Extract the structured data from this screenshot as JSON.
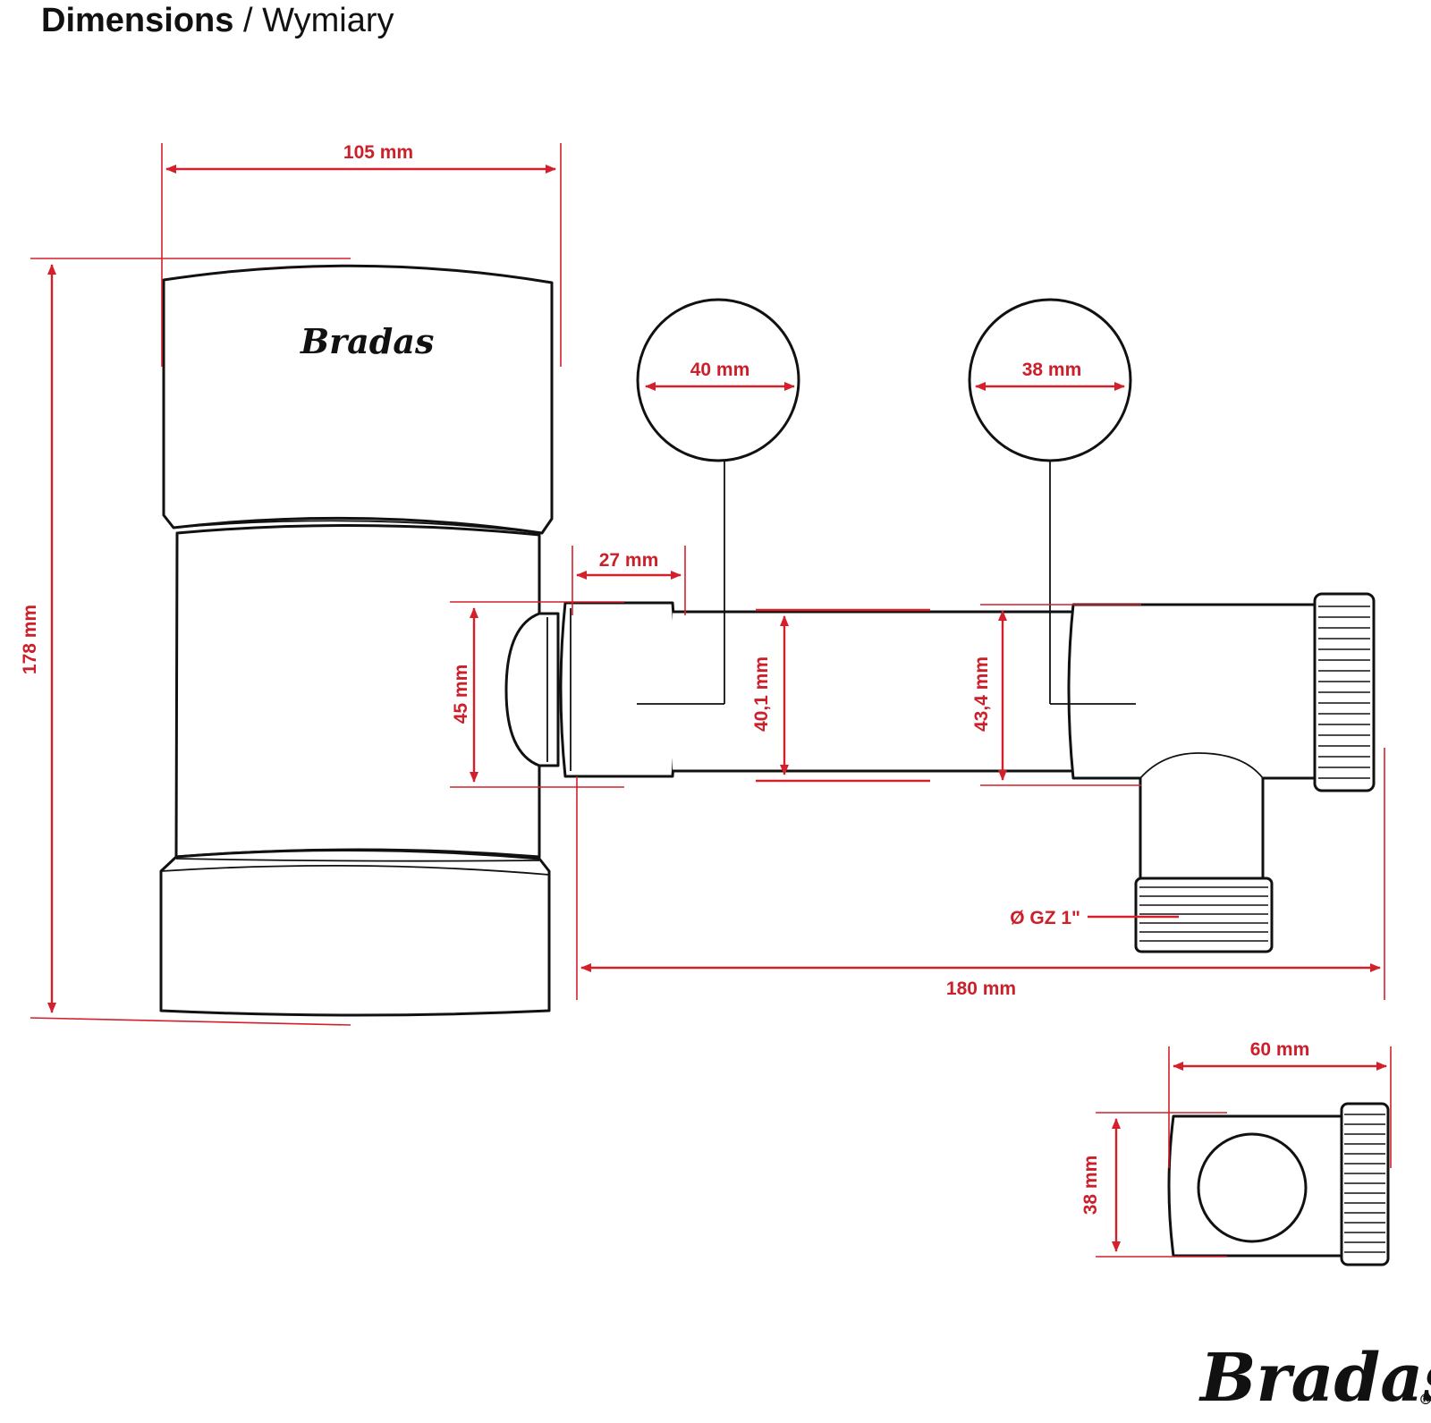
{
  "header": {
    "title_bold": "Dimensions",
    "title_rest": "/ Wymiary"
  },
  "brand": {
    "logo_text": "Bradas",
    "logo_product_text": "Bradas",
    "registered_mark": "®"
  },
  "dimensions": {
    "width_top": "105 mm",
    "height_total": "178 mm",
    "circle_left": "40 mm",
    "circle_right": "38 mm",
    "nut_length": "27 mm",
    "inlet_height": "45 mm",
    "pipe_diameter_a": "40,1 mm",
    "pipe_diameter_b": "43,4 mm",
    "thread": "Ø GZ 1\"",
    "length_total": "180 mm",
    "side_width": "60  mm",
    "side_height": "38 mm"
  },
  "colors": {
    "dimension": "#d4202b",
    "outline": "#111111",
    "background": "#ffffff"
  }
}
